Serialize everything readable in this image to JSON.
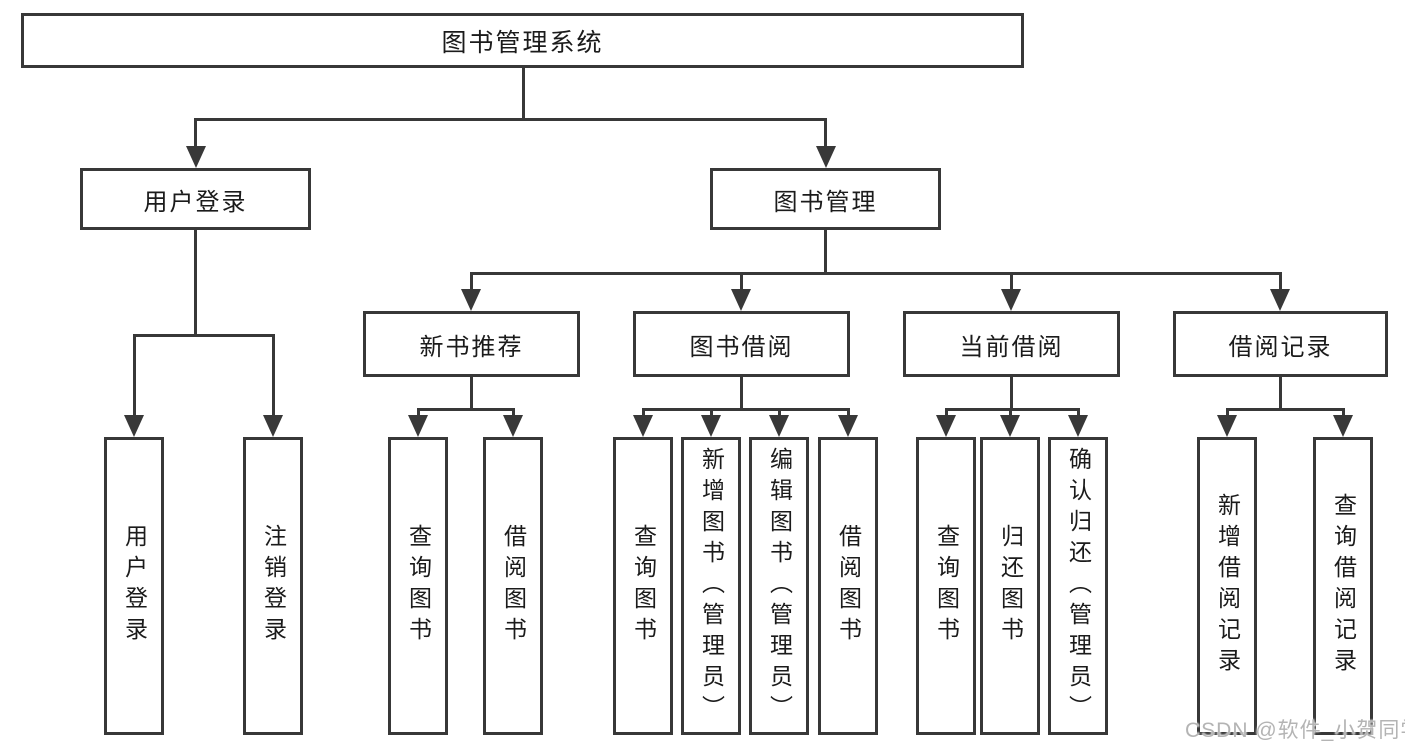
{
  "nodes": {
    "root": "图书管理系统",
    "user_login": "用户登录",
    "book_mgmt": "图书管理",
    "new_books": "新书推荐",
    "book_borrow": "图书借阅",
    "current_borrow": "当前借阅",
    "borrow_records": "借阅记录",
    "leaf_user_login": "用户登录",
    "leaf_logout": "注销登录",
    "leaf_nb_query": "查询图书",
    "leaf_nb_borrow": "借阅图书",
    "leaf_bb_query": "查询图书",
    "leaf_bb_add": "新增图书（管理员）",
    "leaf_bb_edit": "编辑图书（管理员）",
    "leaf_bb_borrow": "借阅图书",
    "leaf_cb_query": "查询图书",
    "leaf_cb_return": "归还图书",
    "leaf_cb_confirm": "确认归还（管理员）",
    "leaf_br_add": "新增借阅记录",
    "leaf_br_query": "查询借阅记录"
  },
  "watermark": "CSDN @软件_小贺同学",
  "colors": {
    "line": "#383838",
    "box_border": "#383838",
    "text": "#1b1b1b",
    "background": "#ffffff",
    "watermark": "#b4b4b4"
  }
}
